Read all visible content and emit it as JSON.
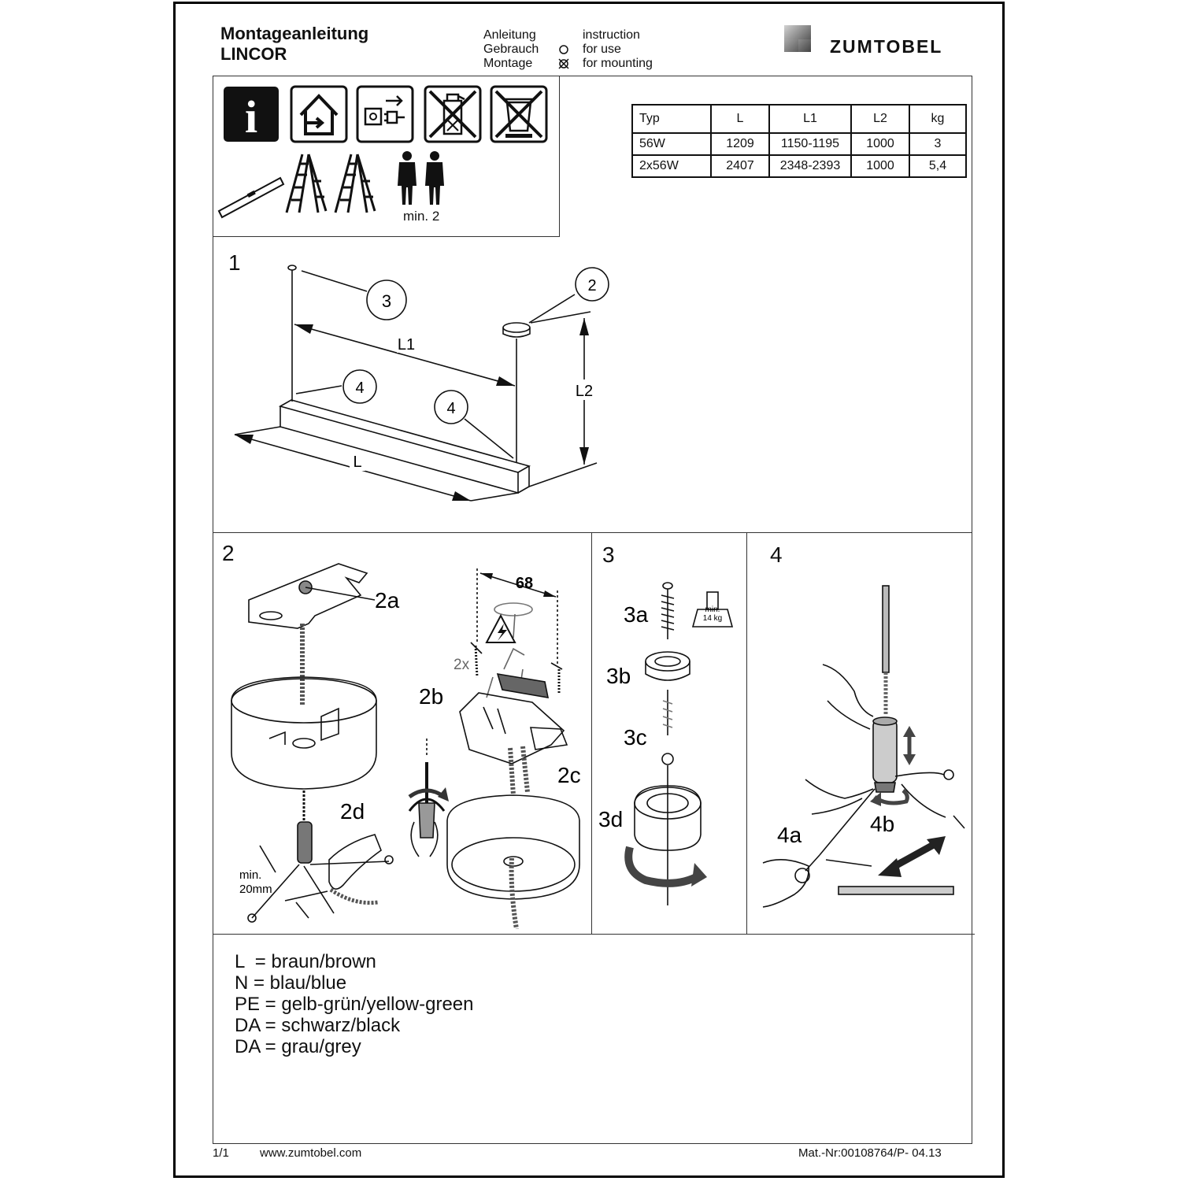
{
  "header": {
    "title": "Montageanleitung",
    "product": "LINCOR",
    "legend_de": [
      "Anleitung",
      "Gebrauch",
      "Montage"
    ],
    "legend_en": [
      "instruction",
      "for use",
      "for mounting"
    ],
    "brand": "ZUMTOBEL"
  },
  "tools": {
    "persons_label": "min. 2"
  },
  "spec_table": {
    "headers": [
      "Typ",
      "L",
      "L1",
      "L2",
      "kg"
    ],
    "rows": [
      [
        "56W",
        "1209",
        "1150-1195",
        "1000",
        "3"
      ],
      [
        "2x56W",
        "2407",
        "2348-2393",
        "1000",
        "5,4"
      ]
    ]
  },
  "step1": {
    "number": "1",
    "callouts": [
      "3",
      "2",
      "4",
      "4"
    ],
    "dims": [
      "L1",
      "L2",
      "L"
    ]
  },
  "step2": {
    "number": "2",
    "labels": [
      "2a",
      "2b",
      "2c",
      "2d"
    ],
    "dim_68": "68",
    "qty": "2x",
    "min_label": "min.",
    "min_value": "20mm"
  },
  "step3": {
    "number": "3",
    "labels": [
      "3a",
      "3b",
      "3c",
      "3d"
    ],
    "weight_min": "min.",
    "weight_value": "14 kg"
  },
  "step4": {
    "number": "4",
    "labels": [
      "4a",
      "4b"
    ]
  },
  "colour_key": [
    "L  = braun/brown",
    "N = blau/blue",
    "PE = gelb-grün/yellow-green",
    "DA = schwarz/black",
    "DA = grau/grey"
  ],
  "footer": {
    "page": "1/1",
    "url": "www.zumtobel.com",
    "mat_nr": "Mat.-Nr:00108764/P- 04.13"
  }
}
